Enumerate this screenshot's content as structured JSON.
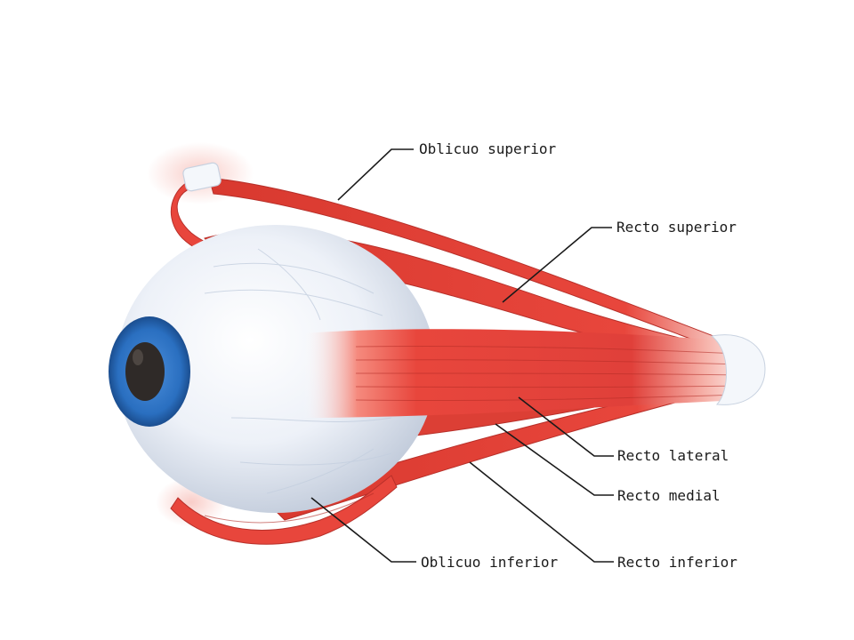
{
  "colors": {
    "background": "#ffffff",
    "muscle": "#e8463c",
    "muscle_dark": "#c9302a",
    "muscle_light": "#f58a7e",
    "sclera": "#e9eef6",
    "iris": "#2a6fc0",
    "pupil": "#2f2a28",
    "tendon": "#f4f7fb",
    "leader_line": "#1a1a1a"
  },
  "labels": {
    "oblicuo_superior": "Oblicuo superior",
    "recto_superior": "Recto superior",
    "recto_lateral": "Recto lateral",
    "recto_medial": "Recto medial",
    "oblicuo_inferior": "Oblicuo inferior",
    "recto_inferior": "Recto inferior"
  }
}
